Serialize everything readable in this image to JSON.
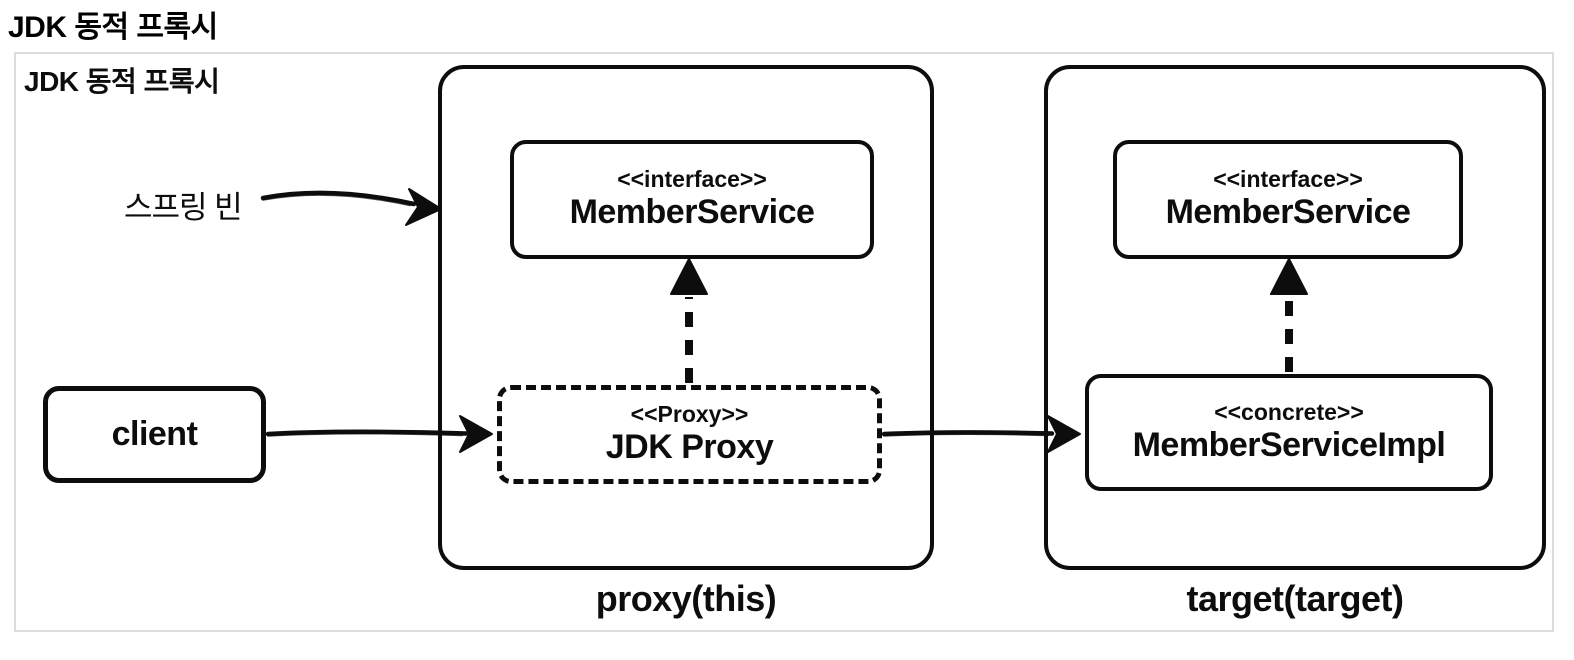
{
  "page": {
    "title": "JDK 동적 프록시"
  },
  "frame": {
    "label": "JDK 동적 프록시"
  },
  "labels": {
    "spring_bean": "스프링 빈",
    "proxy_group": "proxy(this)",
    "target_group": "target(target)"
  },
  "nodes": {
    "client": {
      "name": "client"
    },
    "proxy_interface": {
      "stereotype": "<<interface>>",
      "name": "MemberService"
    },
    "jdk_proxy": {
      "stereotype": "<<Proxy>>",
      "name": "JDK Proxy"
    },
    "target_interface": {
      "stereotype": "<<interface>>",
      "name": "MemberService"
    },
    "target_impl": {
      "stereotype": "<<concrete>>",
      "name": "MemberServiceImpl"
    }
  },
  "relations": {
    "spring_bean_arrow": "스프링 빈 -> proxy container",
    "client_to_proxy": "client -> JDK Proxy",
    "proxy_to_target": "JDK Proxy -> MemberServiceImpl",
    "proxy_realization": "JDK Proxy ..|> MemberService",
    "target_realization": "MemberServiceImpl ..|> MemberService"
  },
  "colors": {
    "line": "#0d0d0d",
    "frame_border": "#dcdcdc",
    "background": "#ffffff"
  }
}
